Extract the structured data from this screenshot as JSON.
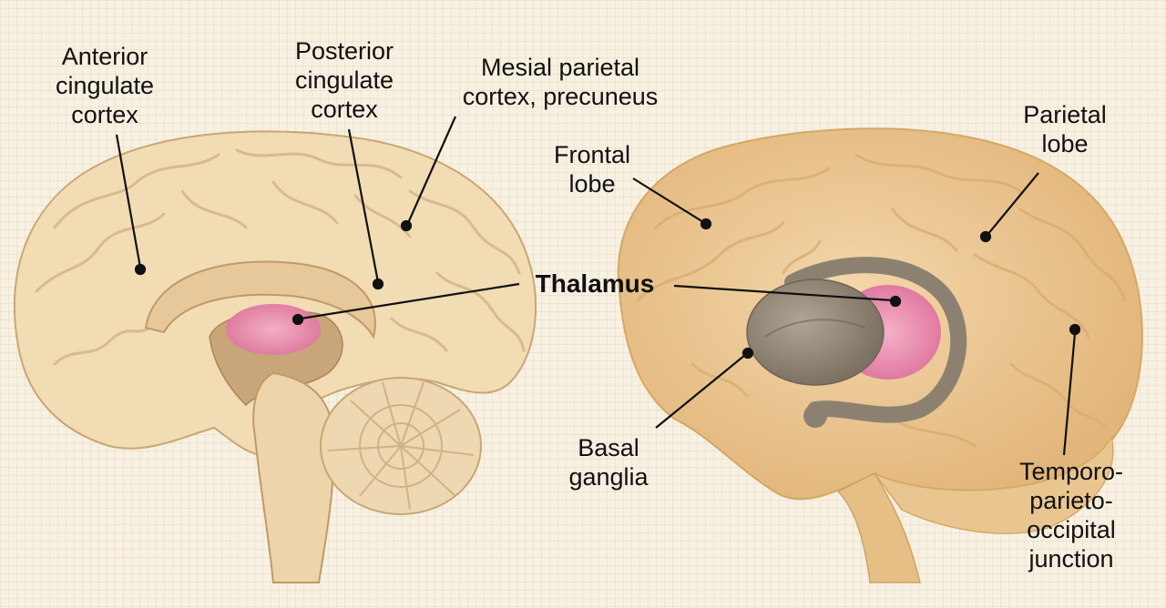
{
  "labels": {
    "anterior_cingulate": "Anterior\ncingulate\ncortex",
    "posterior_cingulate": "Posterior\ncingulate\ncortex",
    "mesial_parietal": "Mesial parietal\ncortex, precuneus",
    "thalamus": "Thalamus",
    "frontal_lobe": "Frontal\nlobe",
    "parietal_lobe": "Parietal\nlobe",
    "basal_ganglia": "Basal\nganglia",
    "tpo_junction": "Temporo-\nparieto-\noccipital\njunction"
  },
  "colors": {
    "background": "#f7f1e3",
    "medial_brain": "#f1dcb4",
    "lateral_brain": "#ebc891",
    "thalamus": "#ec8fb2",
    "basal_ganglia": "#8c8171",
    "leader_lines": "#111111"
  }
}
